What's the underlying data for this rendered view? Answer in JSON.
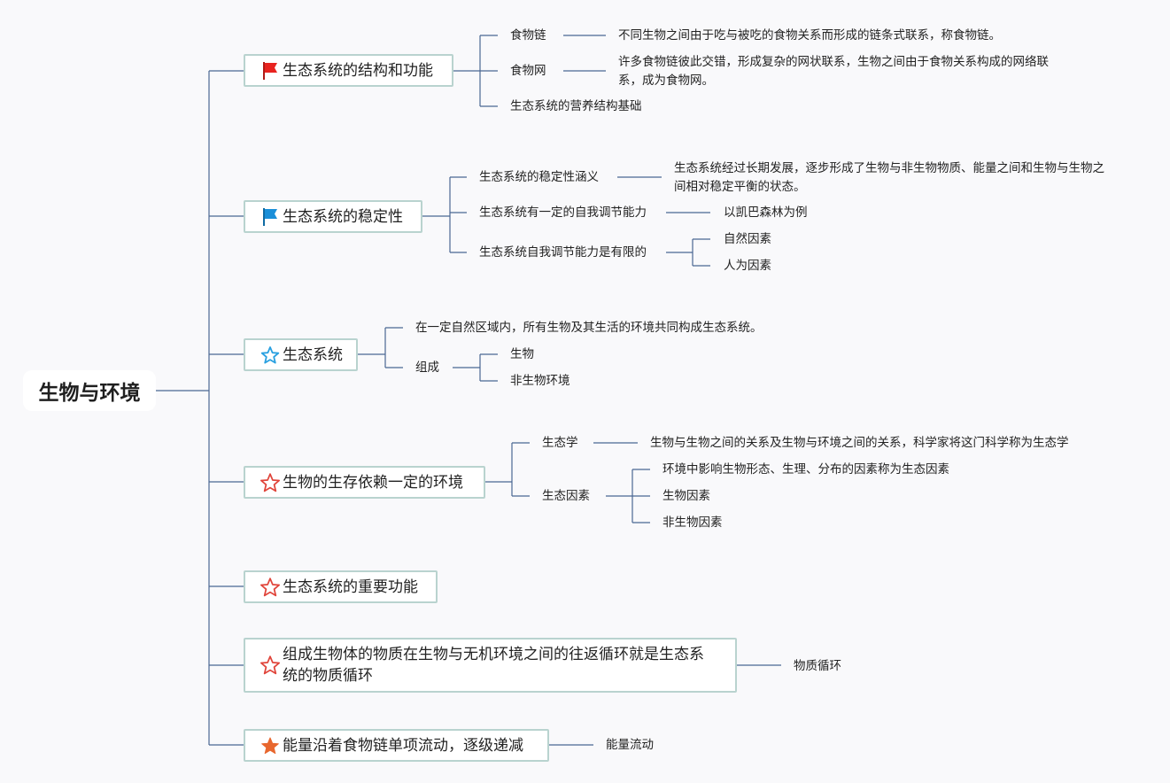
{
  "colors": {
    "background": "#f9f9fb",
    "connector": "#4a6792",
    "node_border": "#b9d3cf",
    "flag_red": "#e8231f",
    "flag_blue": "#1a8fd9",
    "star_blue": "#29a0e0",
    "star_red": "#e0443a",
    "star_filled": "#e8672e"
  },
  "root": "生物与环境",
  "branches": [
    {
      "icon": "red-flag-icon",
      "label": "生态系统的结构和功能",
      "children": [
        {
          "label": "食物链",
          "detail": "不同生物之间由于吃与被吃的食物关系而形成的链条式联系，称食物链。"
        },
        {
          "label": "食物网",
          "detail": "许多食物链彼此交错，形成复杂的网状联系，生物之间由于食物关系构成的网络联系，成为食物网。"
        },
        {
          "label": "生态系统的营养结构基础"
        }
      ]
    },
    {
      "icon": "blue-flag-icon",
      "label": "生态系统的稳定性",
      "children": [
        {
          "label": "生态系统的稳定性涵义",
          "detail": "生态系统经过长期发展，逐步形成了生物与非生物物质、能量之间和生物与生物之间相对稳定平衡的状态。"
        },
        {
          "label": "生态系统有一定的自我调节能力",
          "detail": "以凯巴森林为例"
        },
        {
          "label": "生态系统自我调节能力是有限的",
          "items": [
            "自然因素",
            "人为因素"
          ]
        }
      ]
    },
    {
      "icon": "blue-star-outline-icon",
      "label": "生态系统",
      "children": [
        {
          "label": "在一定自然区域内，所有生物及其生活的环境共同构成生态系统。"
        },
        {
          "label": "组成",
          "items": [
            "生物",
            "非生物环境"
          ]
        }
      ]
    },
    {
      "icon": "red-star-outline-icon",
      "label": "生物的生存依赖一定的环境",
      "children": [
        {
          "label": "生态学",
          "detail": "生物与生物之间的关系及生物与环境之间的关系，科学家将这门科学称为生态学"
        },
        {
          "label": "生态因素",
          "items": [
            "环境中影响生物形态、生理、分布的因素称为生态因素",
            "生物因素",
            "非生物因素"
          ]
        }
      ]
    },
    {
      "icon": "red-star-outline-icon",
      "label": "生态系统的重要功能"
    },
    {
      "icon": "red-star-outline-icon",
      "label": "组成生物体的物质在生物与无机环境之间的往返循环就是生态系统的物质循环",
      "children": [
        {
          "label": "物质循环"
        }
      ]
    },
    {
      "icon": "orange-star-filled-icon",
      "label": "能量沿着食物链单项流动，逐级递减",
      "children": [
        {
          "label": "能量流动"
        }
      ]
    }
  ]
}
